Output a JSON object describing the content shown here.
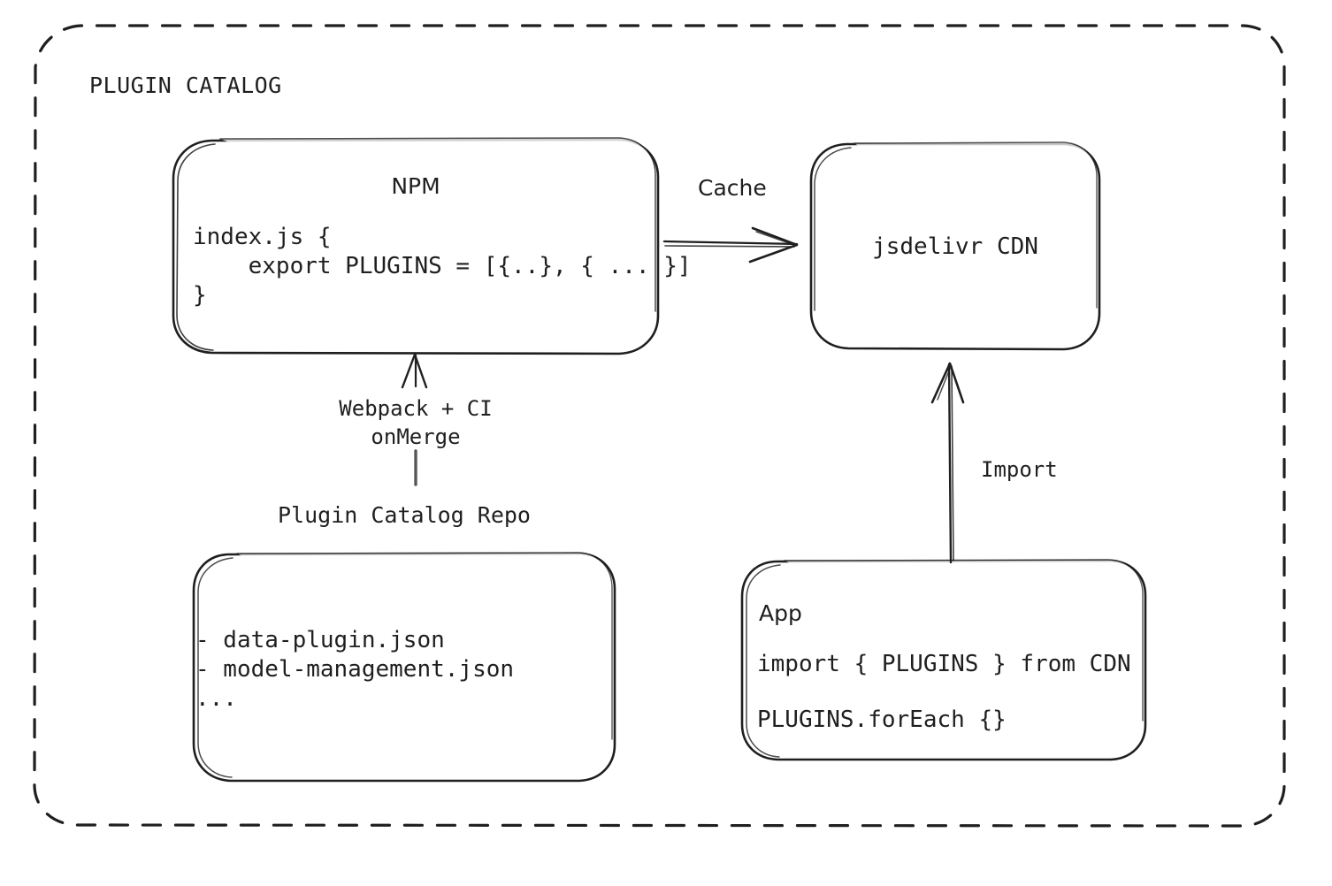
{
  "diagram": {
    "type": "architecture-flow",
    "style": "hand-drawn-sketch",
    "colors": {
      "stroke": "#1f1f1f",
      "text": "#1f1f1f",
      "background": "#ffffff",
      "boundary": "#1f1f1f"
    },
    "boundary": {
      "label": "PLUGIN CATALOG",
      "style": "dashed-rounded-rectangle"
    },
    "nodes": [
      {
        "id": "npm",
        "title": "NPM",
        "title_font": "sans",
        "lines": [
          "index.js {",
          "    export PLUGINS = [{..}, { ... }]",
          "}"
        ]
      },
      {
        "id": "cdn",
        "title": "jsdelivr CDN",
        "title_font": "mono",
        "lines": []
      },
      {
        "id": "repo",
        "group_label": "Plugin Catalog Repo",
        "title": "",
        "lines": [
          "- data-plugin.json",
          "- model-management.json",
          "..."
        ]
      },
      {
        "id": "app",
        "title": "App",
        "title_font": "sans",
        "lines": [
          "import { PLUGINS } from CDN",
          "PLUGINS.forEach {}"
        ]
      }
    ],
    "edges": [
      {
        "id": "npm-to-cdn",
        "from": "npm",
        "to": "cdn",
        "label": "Cache",
        "label_font": "sans",
        "direction": "right"
      },
      {
        "id": "repo-to-npm",
        "from": "repo",
        "to": "npm",
        "label_line1": "Webpack + CI",
        "label_line2": "onMerge",
        "label_font": "mono",
        "direction": "up"
      },
      {
        "id": "app-to-cdn",
        "from": "app",
        "to": "cdn",
        "label": "Import",
        "label_font": "mono",
        "direction": "up"
      }
    ]
  }
}
